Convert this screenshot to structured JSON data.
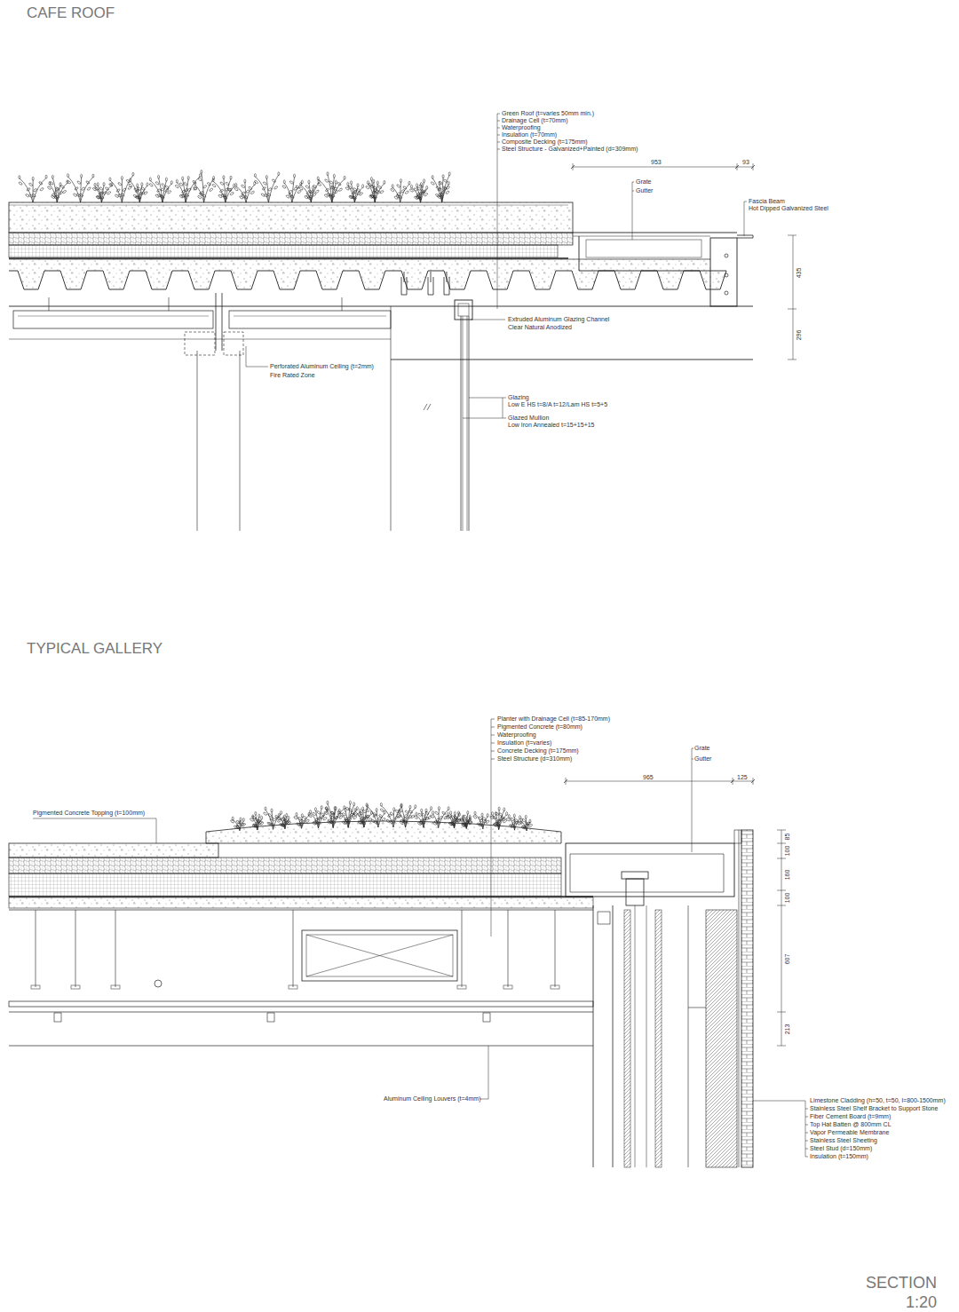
{
  "diagram": {
    "labels": [
      "CAFE ROOF",
      "Green Roof (t=varies 50mm min.)",
      "Drainage Cell (t=70mm)",
      "Waterproofing",
      "Insulation (t=70mm)",
      "Composite Decking (t=175mm)",
      "Steel Structure - Galvanized+Painted (d=309mm)",
      "953",
      "93",
      "Grate",
      "Gutter",
      "Fascia Beam",
      "Hot Dipped Galvanized Steel",
      "435",
      "296",
      "Extruded Aluminum Glazing Channel",
      "Clear Natural Anodized",
      "Perforated Aluminum Ceiling (t=2mm)",
      "Fire Rated Zone",
      "Glazing",
      "Low E HS t=8/A t=12/Lam HS t=5+5",
      "Glazed Mullion",
      "Low Iron Annealed t=15+15+15",
      "TYPICAL GALLERY",
      "Planter with Drainage Cell (t=85-170mm)",
      "Pigmented Concrete (t=80mm)",
      "Waterproofing",
      "Insulation (t=varies)",
      "Concrete Decking (t=175mm)",
      "Steel Structure (d=310mm)",
      "Grate",
      "Gutter",
      "965",
      "125",
      "Pigmented Concrete Topping (t=100mm)",
      "85",
      "100",
      "160",
      "100",
      "607",
      "213",
      "Aluminum Ceiling Louvers (t=4mm)",
      "Limestone Cladding (h=50, t=50, l=800-1500mm)",
      "Stainless Steel Shelf Bracket to Support Stone",
      "Fiber Cement Board (t=9mm)",
      "Top Hat Batten @ 800mm CL",
      "Vapor Permeable Membrane",
      "Stainless Steel Sheeting",
      "Steel Stud (d=150mm)",
      "Insulation (t=150mm)",
      "SECTION",
      "1:20"
    ]
  }
}
